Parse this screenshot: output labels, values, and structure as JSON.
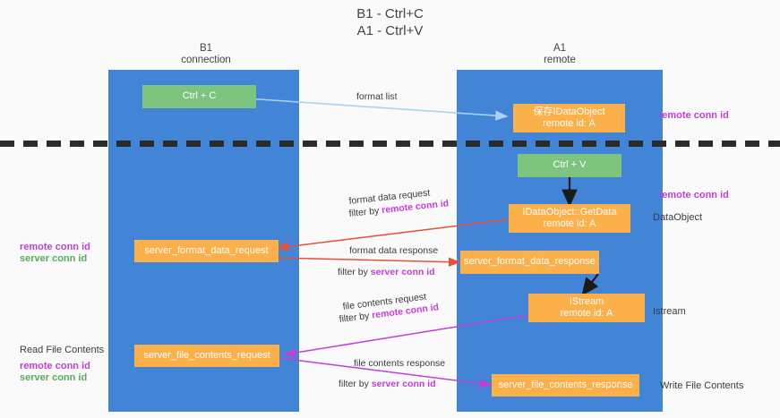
{
  "title": {
    "line1": "B1 - Ctrl+C",
    "line2": "A1 - Ctrl+V"
  },
  "columns": [
    {
      "name": "B1",
      "role": "connection"
    },
    {
      "name": "A1",
      "role": "remote"
    }
  ],
  "colors": {
    "lane": "#4285d6",
    "green_node": "#7dc47f",
    "orange_node": "#fbb04a",
    "purple_text": "#c13fd6",
    "green_text": "#5aa95c",
    "divider": "#2b2b2b",
    "arrow_blue": "#a8d4f0",
    "arrow_red": "#e8503a",
    "arrow_magenta": "#c13fd6",
    "arrow_black": "#1a1a1a",
    "background": "#fafafa"
  },
  "nodes": {
    "ctrl_c": {
      "label": "Ctrl + C"
    },
    "save_idataobject": {
      "line1": "保存IDataObject",
      "line2": "remote id: A"
    },
    "ctrl_v": {
      "label": "Ctrl + V"
    },
    "getdata": {
      "line1": "IDataObject::GetData",
      "line2": "remote id: A"
    },
    "server_format_data_request": {
      "label": "server_format_data_request"
    },
    "server_format_data_response": {
      "label": "server_format_data_response"
    },
    "istream": {
      "line1": "IStream",
      "line2": "remote id: A"
    },
    "server_file_contents_request": {
      "label": "server_file_contents_request"
    },
    "server_file_contents_response": {
      "label": "server_file_contents_response"
    }
  },
  "edge_labels": {
    "format_list": "format list",
    "format_data_request": "format data request",
    "format_data_request_filter_prefix": "filter by ",
    "format_data_request_filter_key": "remote conn id",
    "format_data_response": "format data response",
    "format_data_response_filter_prefix": "filter by ",
    "format_data_response_filter_key": "server conn id",
    "file_contents_request": "file contents request",
    "file_contents_request_filter_prefix": "filter by ",
    "file_contents_request_filter_key": "remote conn id",
    "file_contents_response": "file contents response",
    "file_contents_response_filter_prefix": "filter by ",
    "file_contents_response_filter_key": "server conn id"
  },
  "annotations": {
    "right_remote_conn_id_top": "remote conn id",
    "right_remote_conn_id_mid": "remote conn id",
    "right_dataobject": "DataObject",
    "right_istream": "Istream",
    "right_write_file_contents": "Write File Contents",
    "left_remote_conn_id_mid": "remote conn id",
    "left_server_conn_id_mid": "server conn id",
    "left_read_file_contents": "Read File Contents",
    "left_remote_conn_id_bottom": "remote conn id",
    "left_server_conn_id_bottom": "server conn id"
  }
}
